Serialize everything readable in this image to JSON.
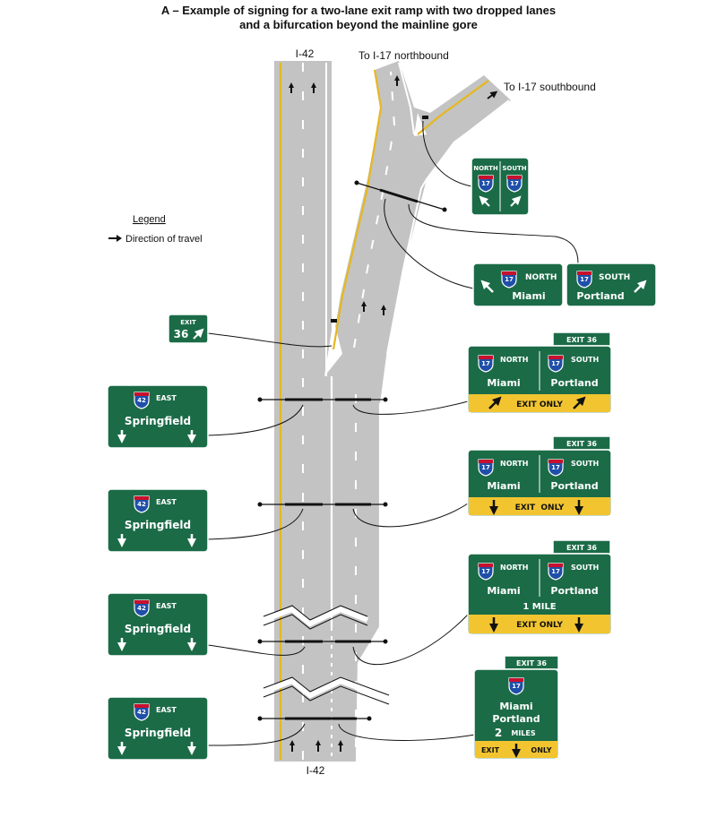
{
  "title": {
    "line1": "A – Example of signing for a two-lane exit ramp with two dropped lanes",
    "line2": "and a bifurcation beyond the mainline gore"
  },
  "road_labels": {
    "mainline_top": "I-42",
    "mainline_bottom": "I-42",
    "north_ramp": "To I-17 northbound",
    "south_ramp": "To I-17 southbound"
  },
  "legend": {
    "heading": "Legend",
    "item": "Direction of travel",
    "icon": "arrow-right-icon"
  },
  "colors": {
    "sign_green": "#1b6b47",
    "sign_yellow": "#f2c530",
    "pavement": "#c2c2c2",
    "yellow_line": "#f2c530"
  },
  "signs": {
    "gore_split": {
      "north_word": "NORTH",
      "south_word": "SOUTH",
      "route": "17"
    },
    "bifurcation": {
      "route": "17",
      "north_word": "NORTH",
      "north_city": "Miami",
      "south_word": "SOUTH",
      "south_city": "Portland"
    },
    "exit_gore": {
      "exit_word": "EXIT",
      "exit_number": "36"
    },
    "overhead_1": {
      "tab": "EXIT 36",
      "route": "17",
      "north_word": "NORTH",
      "north_city": "Miami",
      "south_word": "SOUTH",
      "south_city": "Portland",
      "panel": "EXIT ONLY"
    },
    "overhead_2": {
      "tab": "EXIT 36",
      "route": "17",
      "north_word": "NORTH",
      "north_city": "Miami",
      "south_word": "SOUTH",
      "south_city": "Portland",
      "panel": "EXIT  ONLY"
    },
    "overhead_3": {
      "tab": "EXIT 36",
      "route": "17",
      "north_word": "NORTH",
      "north_city": "Miami",
      "south_word": "SOUTH",
      "south_city": "Portland",
      "distance": "1 MILE",
      "panel": "EXIT ONLY"
    },
    "overhead_4": {
      "tab": "EXIT 36",
      "route": "17",
      "city1": "Miami",
      "city2": "Portland",
      "distance_num": "2",
      "distance_unit": "MILES",
      "panel_left": "EXIT",
      "panel_right": "ONLY"
    },
    "mainline": {
      "route": "42",
      "direction": "EAST",
      "city": "Springfield"
    }
  }
}
